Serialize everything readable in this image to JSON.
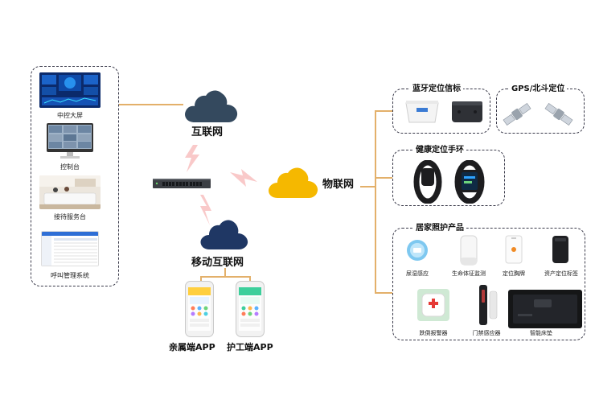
{
  "clients": {
    "items": [
      {
        "label": "中控大屏"
      },
      {
        "label": "控制台"
      },
      {
        "label": "接待服务台"
      },
      {
        "label": "呼叫管理系统"
      }
    ]
  },
  "network": {
    "internet_label": "互联网",
    "iot_label": "物联网",
    "mobile_label": "移动互联网"
  },
  "apps": {
    "family_app": "亲属端APP",
    "caregiver_app": "护工端APP"
  },
  "groups": {
    "bluetooth": {
      "title": "蓝牙定位信标"
    },
    "gps": {
      "title": "GPS/北斗定位"
    },
    "health": {
      "title": "健康定位手环"
    },
    "home": {
      "title": "居家照护产品",
      "items": [
        {
          "label": "尿湿感应"
        },
        {
          "label": "生命体征监测"
        },
        {
          "label": "定位胸牌"
        },
        {
          "label": "资产定位标签"
        },
        {
          "label": "跌倒报警器"
        },
        {
          "label": "门禁感应器"
        },
        {
          "label": "智能床垫"
        }
      ]
    }
  },
  "colors": {
    "cloud_dark": "#34495e",
    "cloud_navy": "#1f3764",
    "cloud_yellow": "#f5b800",
    "connector": "#e3b06a",
    "lightning": "#f9c9c9"
  }
}
